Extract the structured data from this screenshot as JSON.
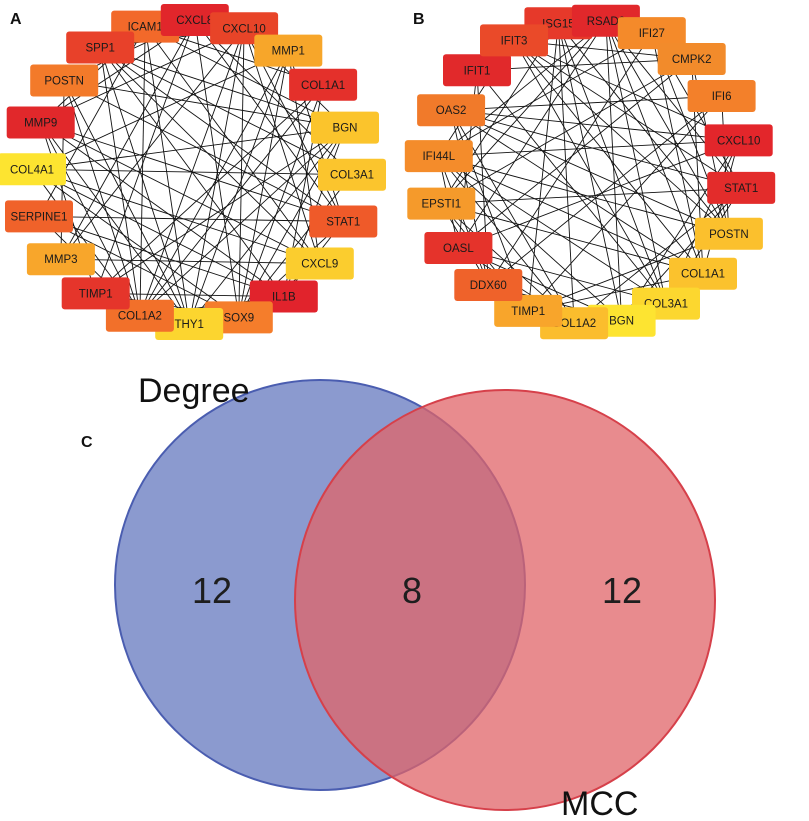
{
  "panel_a": {
    "letter": "A",
    "nodes": [
      {
        "label": "ICAM1",
        "color": "#f2692a"
      },
      {
        "label": "CXCL8",
        "color": "#e1262b"
      },
      {
        "label": "CXCL10",
        "color": "#e84428"
      },
      {
        "label": "MMP1",
        "color": "#f7a62a"
      },
      {
        "label": "COL1A1",
        "color": "#e4302b"
      },
      {
        "label": "BGN",
        "color": "#fbc42c"
      },
      {
        "label": "COL3A1",
        "color": "#fbc52d"
      },
      {
        "label": "STAT1",
        "color": "#ef5a29"
      },
      {
        "label": "CXCL9",
        "color": "#fbcd2e"
      },
      {
        "label": "IL1B",
        "color": "#e1232c"
      },
      {
        "label": "SOX9",
        "color": "#f57d2b"
      },
      {
        "label": "THY1",
        "color": "#fcd52f"
      },
      {
        "label": "COL1A2",
        "color": "#f2702a"
      },
      {
        "label": "TIMP1",
        "color": "#e5352b"
      },
      {
        "label": "MMP3",
        "color": "#f8a62b"
      },
      {
        "label": "SERPINE1",
        "color": "#f0622a"
      },
      {
        "label": "COL4A1",
        "color": "#fde430"
      },
      {
        "label": "MMP9",
        "color": "#e1282b"
      },
      {
        "label": "POSTN",
        "color": "#f37a2a"
      },
      {
        "label": "SPP1",
        "color": "#e8412a"
      }
    ]
  },
  "panel_b": {
    "letter": "B",
    "nodes": [
      {
        "label": "ISG15",
        "color": "#e6392a"
      },
      {
        "label": "RSAD2",
        "color": "#e1282b"
      },
      {
        "label": "IFI27",
        "color": "#f48a2a"
      },
      {
        "label": "CMPK2",
        "color": "#f28b2b"
      },
      {
        "label": "IFI6",
        "color": "#f3802a"
      },
      {
        "label": "CXCL10",
        "color": "#e3262b"
      },
      {
        "label": "STAT1",
        "color": "#e32c2b"
      },
      {
        "label": "POSTN",
        "color": "#fbc02d"
      },
      {
        "label": "COL1A1",
        "color": "#fbc22d"
      },
      {
        "label": "COL3A1",
        "color": "#fcd72f"
      },
      {
        "label": "BGN",
        "color": "#fde431"
      },
      {
        "label": "COL1A2",
        "color": "#fbbd2d"
      },
      {
        "label": "TIMP1",
        "color": "#f8a52b"
      },
      {
        "label": "DDX60",
        "color": "#ef622a"
      },
      {
        "label": "OASL",
        "color": "#e5332b"
      },
      {
        "label": "EPSTI1",
        "color": "#f59a2b"
      },
      {
        "label": "IFI44L",
        "color": "#f48c2b"
      },
      {
        "label": "OAS2",
        "color": "#f17a2a"
      },
      {
        "label": "IFIT1",
        "color": "#e1292b"
      },
      {
        "label": "IFIT3",
        "color": "#ea4a29"
      }
    ]
  },
  "panel_c": {
    "letter": "C",
    "left_set": {
      "label": "Degree",
      "only_count": "12",
      "color": "#5a6fbb"
    },
    "right_set": {
      "label": "MCC",
      "only_count": "12",
      "color": "#e06468"
    },
    "intersection_count": "8"
  }
}
